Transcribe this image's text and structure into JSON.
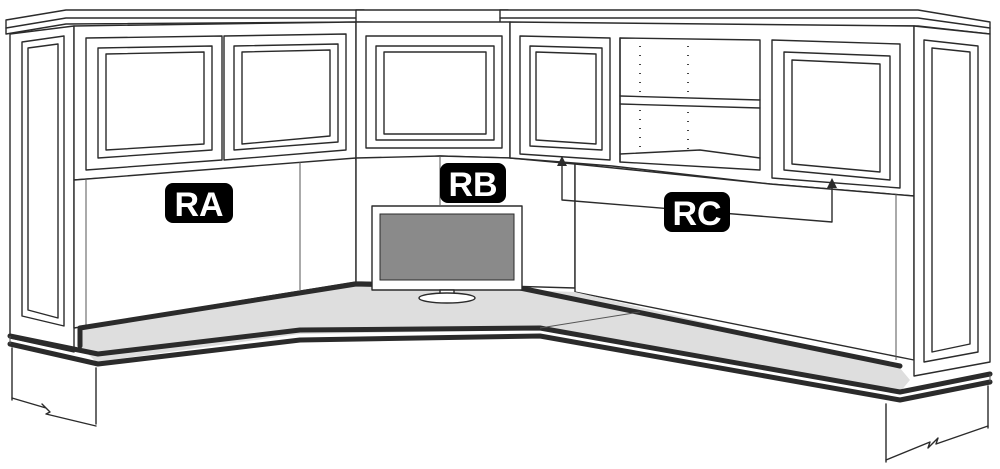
{
  "labels": {
    "ra": "RA",
    "rb": "RB",
    "rc": "RC"
  },
  "colors": {
    "line": "#2b2b2b",
    "countertop": "#dedede",
    "screen": "#8a8a8a",
    "label_background": "#000000",
    "label_text": "#ffffff"
  }
}
